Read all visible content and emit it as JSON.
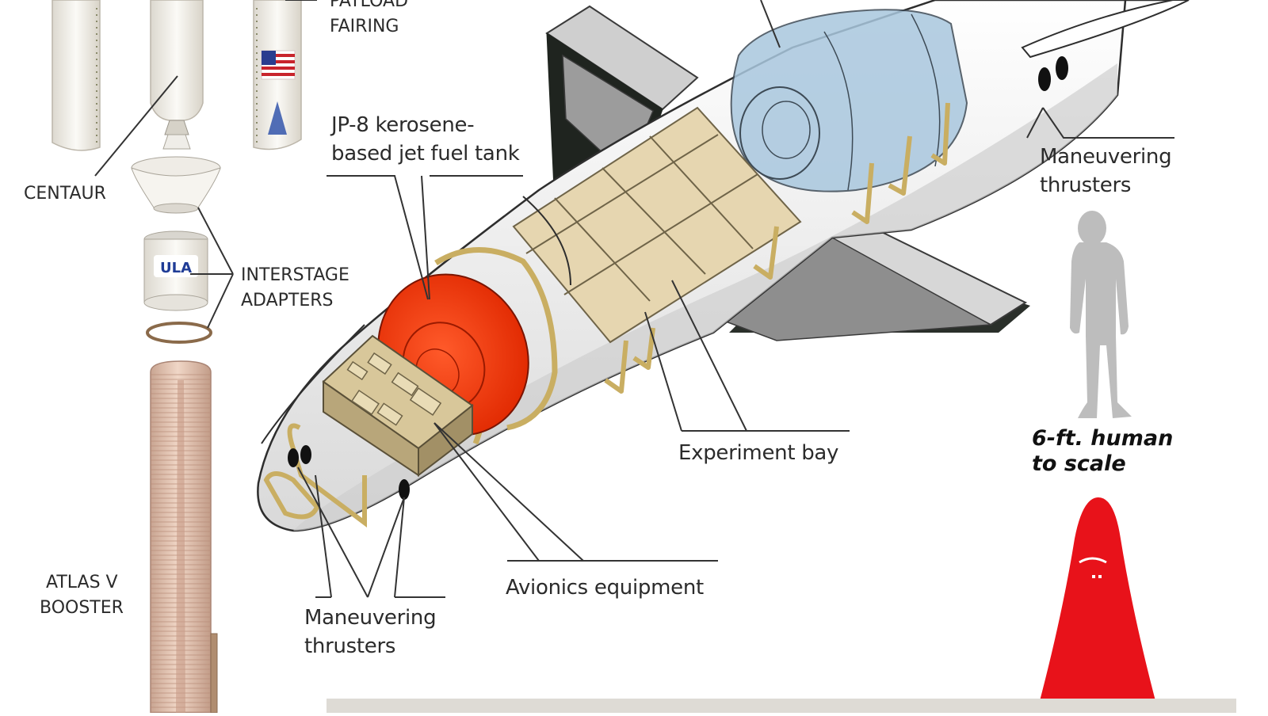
{
  "labels": {
    "payload_fairing": [
      "PAYLOAD",
      "FAIRING"
    ],
    "centaur": "CENTAUR",
    "interstage_adapters": [
      "INTERSTAGE",
      "ADAPTERS"
    ],
    "atlas_v_booster": [
      "ATLAS V",
      "BOOSTER"
    ],
    "fuel_tank": [
      "JP-8 kerosene-",
      "based jet fuel tank"
    ],
    "experiment_bay": "Experiment bay",
    "avionics": "Avionics equipment",
    "thrusters_front": [
      "Maneuvering",
      "thrusters"
    ],
    "thrusters_rear": [
      "Maneuvering",
      "thrusters"
    ],
    "human_scale": [
      "6-ft. human",
      "to scale"
    ]
  },
  "logos": {
    "ula": "ULA"
  },
  "colors": {
    "fuel_tank": "#ff3a12",
    "cryo_tank": "#a9c7de",
    "experiment_bay": "#e6d6b0",
    "fairing": "#f4f1ea",
    "booster": "#e8c8b4",
    "cone_marker": "#e8121a",
    "human_silhouette": "#bdbdbd",
    "ground_bar": "#dedbd5",
    "leader_lines": "#333333"
  },
  "icons": [
    "us-flag-icon",
    "ula-logo",
    "human-silhouette-icon",
    "traffic-cone-icon"
  ]
}
